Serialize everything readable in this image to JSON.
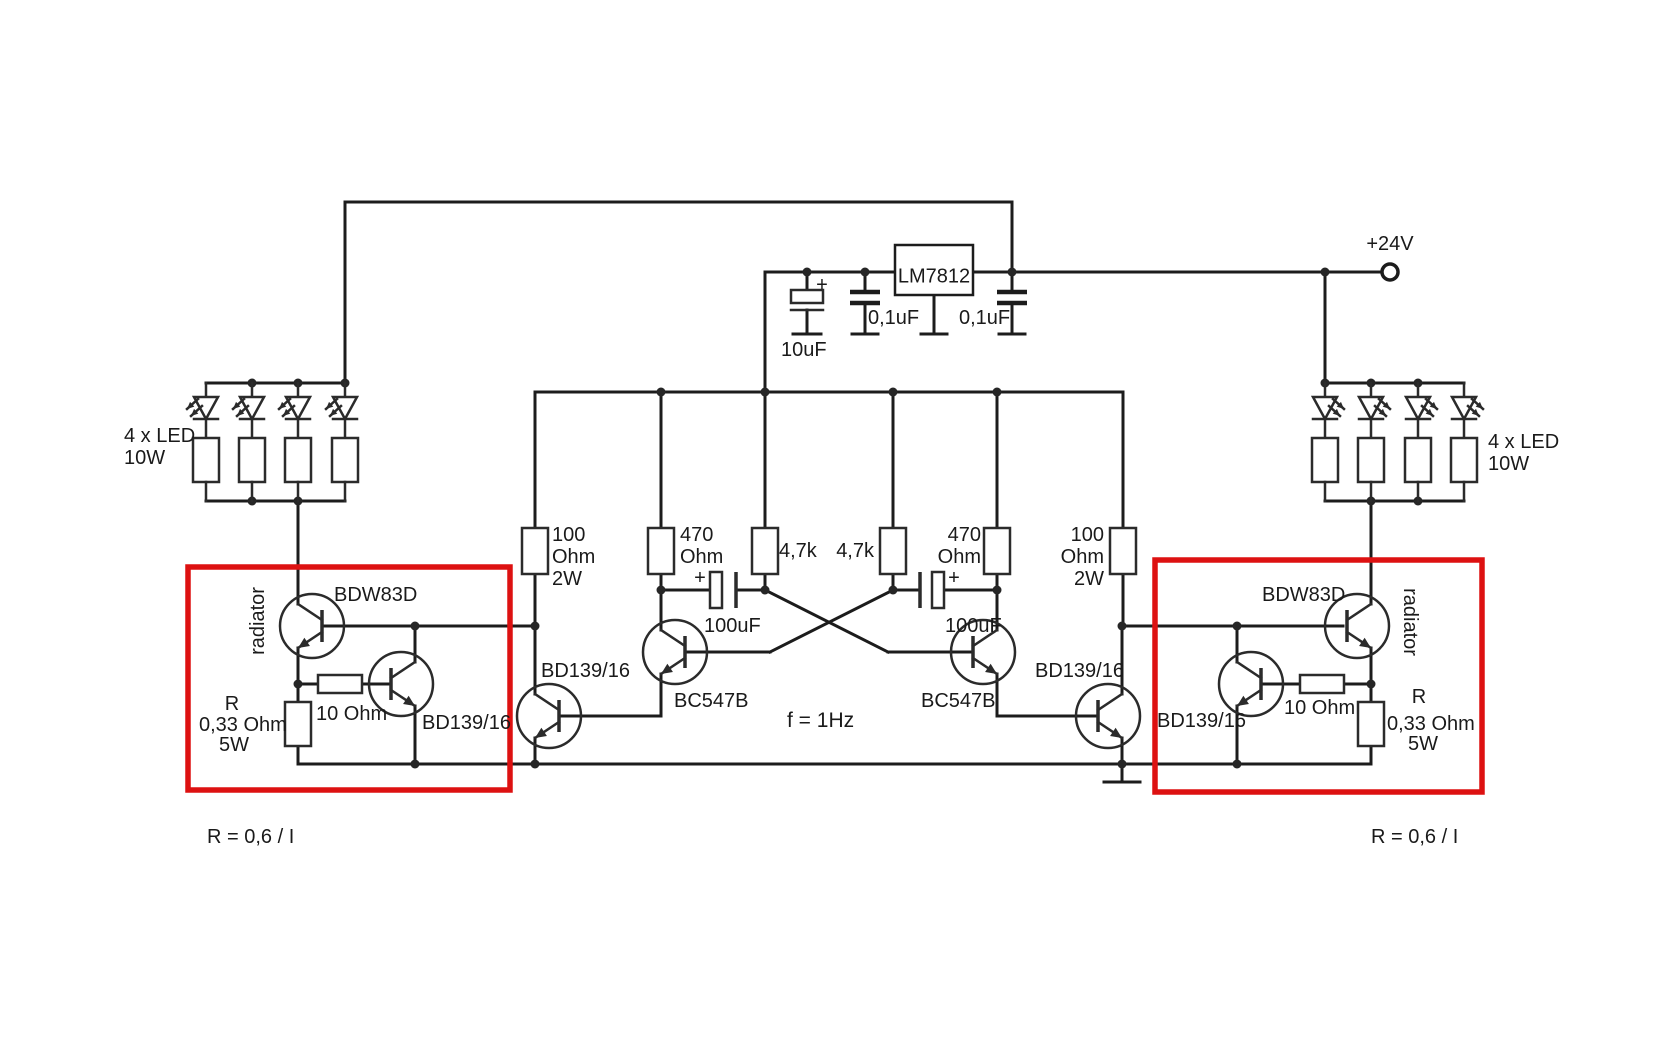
{
  "colors": {
    "wire": "#1c1c1c",
    "label": "#1a1a1a",
    "highlight_box": "#dd1111",
    "background": "#ffffff"
  },
  "diagram": {
    "power_supply": {
      "terminal": "+24V",
      "regulator": "LM7812",
      "bulk_capacitor": {
        "plus": "+",
        "value": "10uF"
      },
      "output_capacitor": "0,1uF",
      "input_capacitor": "0,1uF"
    },
    "led_array_left": {
      "label_line1": "4 x LED",
      "label_line2": "10W"
    },
    "led_array_right": {
      "label_line1": "4 x LED",
      "label_line2": "10W"
    },
    "oscillator": {
      "r470_left": {
        "line1": "470",
        "line2": "Ohm"
      },
      "r470_right": {
        "line1": "470",
        "line2": "Ohm"
      },
      "r4k7_left": "4,7k",
      "r4k7_right": "4,7k",
      "cap_left": {
        "plus": "+",
        "value": "100uF"
      },
      "cap_right": {
        "plus": "+",
        "value": "100uF"
      },
      "q_left": "BC547B",
      "q_right": "BC547B",
      "frequency": "f = 1Hz"
    },
    "driver_left": {
      "r_collector": {
        "line1": "100",
        "line2": "Ohm",
        "line3": "2W"
      },
      "transistor": "BD139/16"
    },
    "driver_right": {
      "r_collector": {
        "line1": "100",
        "line2": "Ohm",
        "line3": "2W"
      },
      "transistor": "BD139/16"
    },
    "output_stage_left": {
      "heatsink": "radiator",
      "power_transistor": "BDW83D",
      "switch_transistor": "BD139/16",
      "base_resistor": "10 Ohm",
      "emitter_resistor_name": "R",
      "emitter_resistor_value": "0,33 Ohm",
      "emitter_resistor_power": "5W",
      "formula": "R = 0,6 / I"
    },
    "output_stage_right": {
      "heatsink": "radiator",
      "power_transistor": "BDW83D",
      "switch_transistor": "BD139/16",
      "base_resistor": "10 Ohm",
      "emitter_resistor_name": "R",
      "emitter_resistor_value": "0,33 Ohm",
      "emitter_resistor_power": "5W",
      "formula": "R = 0,6 / I"
    }
  }
}
